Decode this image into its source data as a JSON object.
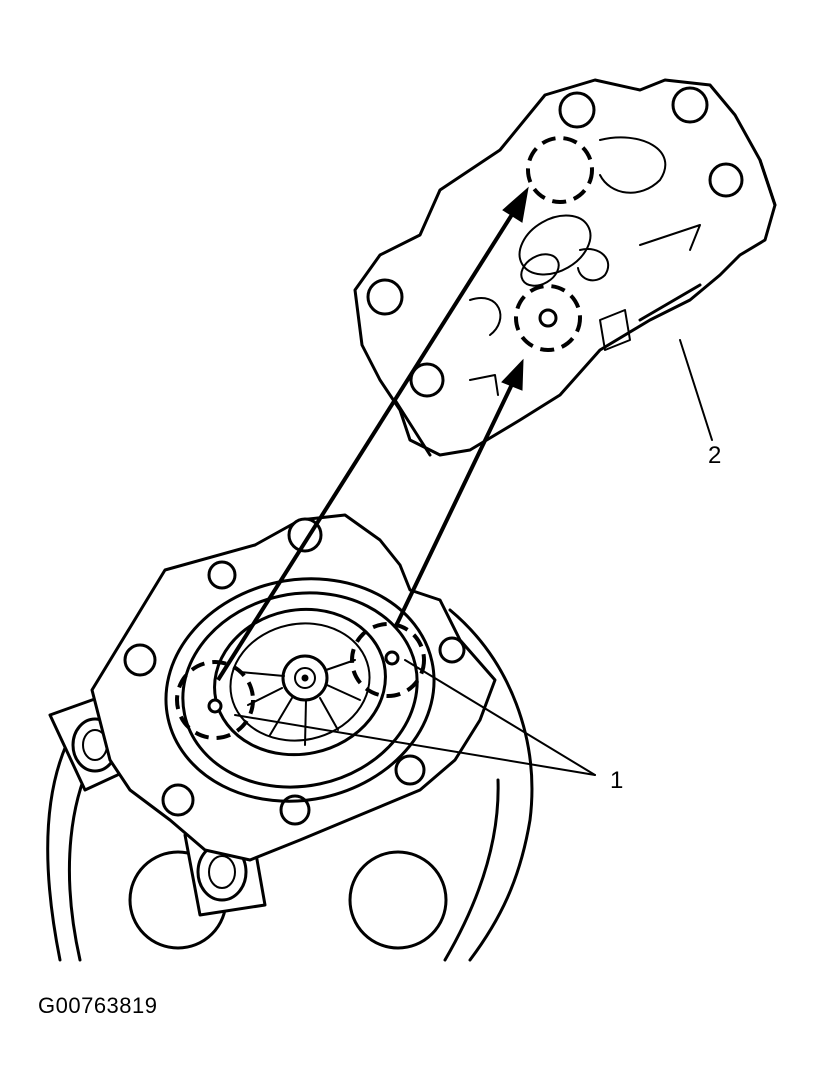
{
  "callouts": {
    "label_1": "1",
    "label_2": "2"
  },
  "figure_id": "G00763819",
  "colors": {
    "ink": "#000000",
    "background": "#ffffff"
  }
}
